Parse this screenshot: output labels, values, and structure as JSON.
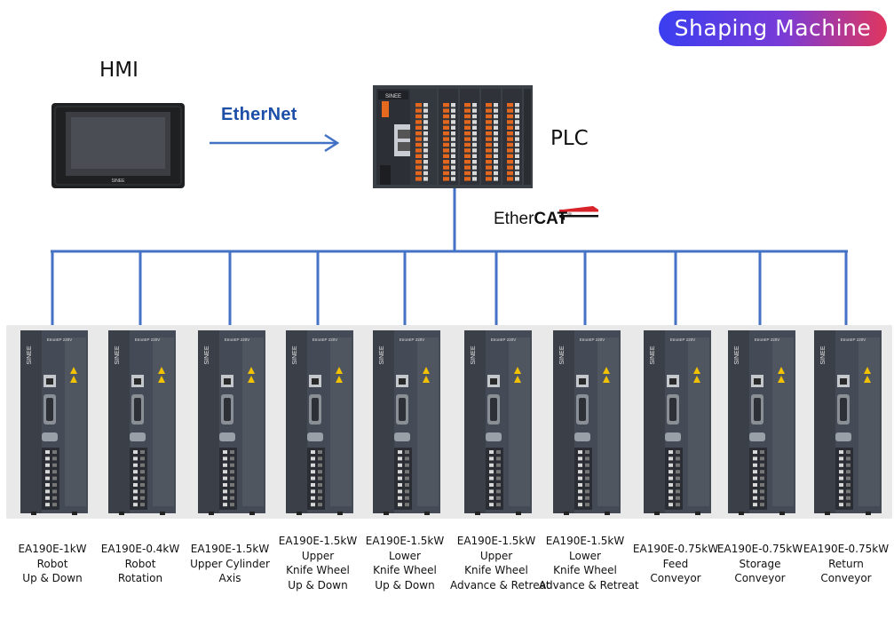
{
  "badge": {
    "label": "Shaping Machine"
  },
  "hmi": {
    "label": "HMI",
    "device_brand": "SINEE"
  },
  "plc": {
    "label": "PLC",
    "device_brand": "SINEE"
  },
  "links": {
    "ethernet": "EtherNet",
    "ethercat_prefix": "Ether",
    "ethercat_suffix": "CAT"
  },
  "drives": [
    {
      "lines": [
        "EA190E-1kW",
        "Robot",
        "Up & Down"
      ]
    },
    {
      "lines": [
        "EA190E-0.4kW",
        "Robot",
        "Rotation"
      ]
    },
    {
      "lines": [
        "EA190E-1.5kW",
        "Upper Cylinder",
        "Axis"
      ]
    },
    {
      "lines": [
        "EA190E-1.5kW",
        "Upper",
        "Knife Wheel",
        "Up & Down"
      ]
    },
    {
      "lines": [
        "EA190E-1.5kW",
        "Lower",
        "Knife Wheel",
        "Up & Down"
      ]
    },
    {
      "lines": [
        "EA190E-1.5kW",
        "Upper",
        "Knife Wheel",
        "Advance & Retreat"
      ]
    },
    {
      "lines": [
        "EA190E-1.5kW",
        "Lower",
        "Knife Wheel",
        "Advance & Retreat"
      ]
    },
    {
      "lines": [
        "EA190E-0.75kW",
        "Feed",
        "Conveyor"
      ]
    },
    {
      "lines": [
        "EA190E-0.75kW",
        "Storage",
        "Conveyor"
      ]
    },
    {
      "lines": [
        "EA190E-0.75kW",
        "Return",
        "Conveyor"
      ]
    }
  ],
  "drive_panel": {
    "brand": "SINEE",
    "model_tag": "EtronEP 220V"
  },
  "colors": {
    "bus": "#4472c4",
    "drive_body": "#454b56",
    "accent_warning": "#f2c200"
  }
}
